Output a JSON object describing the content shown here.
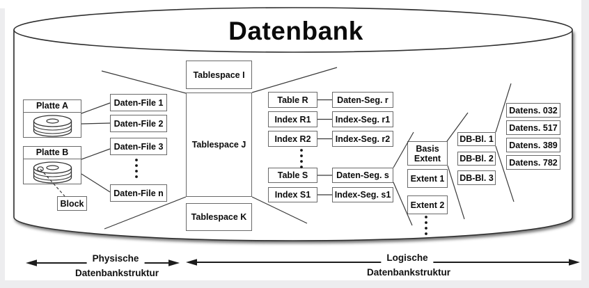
{
  "title": "Datenbank",
  "physical": {
    "disks": [
      {
        "label": "Platte A"
      },
      {
        "label": "Platte B"
      }
    ],
    "block_label": "Block",
    "data_files": [
      "Daten-File 1",
      "Daten-File 2",
      "Daten-File 3",
      "Daten-File n"
    ]
  },
  "logical": {
    "tablespaces": [
      "Tablespace I",
      "Tablespace J",
      "Tablespace K"
    ],
    "tables": [
      "Table R",
      "Index R1",
      "Index R2",
      "Table S",
      "Index S1"
    ],
    "segments": [
      "Daten-Seg. r",
      "Index-Seg. r1",
      "Index-Seg. r2",
      "Daten-Seg. s",
      "Index-Seg. s1"
    ],
    "extents": [
      "Basis Extent",
      "Extent 1",
      "Extent 2"
    ],
    "db_blocks": [
      "DB-Bl. 1",
      "DB-Bl. 2",
      "DB-Bl. 3"
    ],
    "records": [
      "Datens. 032",
      "Datens. 517",
      "Datens. 389",
      "Datens. 782"
    ]
  },
  "legend": {
    "physical": {
      "line1": "Physische",
      "line2": "Datenbankstruktur"
    },
    "logical": {
      "line1": "Logische",
      "line2": "Datenbankstruktur"
    }
  },
  "colors": {
    "background": "#ffffff",
    "margin_gray": "#ededef",
    "box_border": "#696969",
    "line": "#383838",
    "text": "#0b0b0b"
  }
}
